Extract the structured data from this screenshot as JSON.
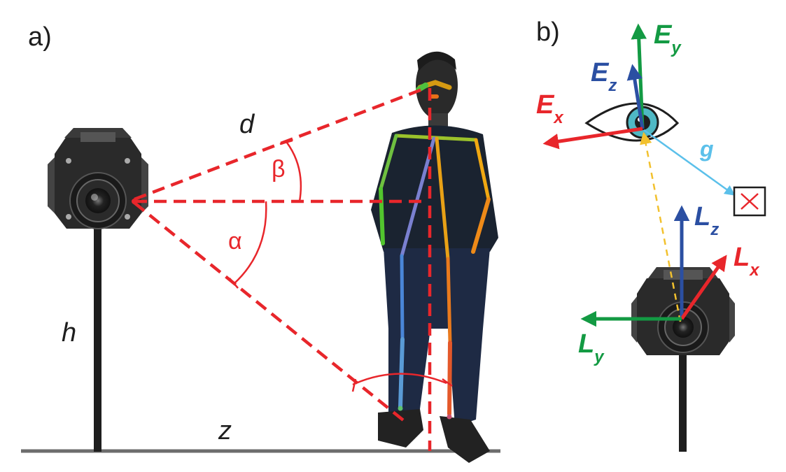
{
  "panel_a": {
    "label": "a)",
    "var_d": "d",
    "var_h": "h",
    "var_z": "z",
    "angle_alpha": "α",
    "angle_beta": "β"
  },
  "panel_b": {
    "label": "b)",
    "eye_axes": {
      "ex": {
        "base": "E",
        "sub": "x"
      },
      "ey": {
        "base": "E",
        "sub": "y"
      },
      "ez": {
        "base": "E",
        "sub": "z"
      }
    },
    "gaze": "g",
    "lidar_axes": {
      "lx": {
        "base": "L",
        "sub": "x"
      },
      "ly": {
        "base": "L",
        "sub": "y"
      },
      "lz": {
        "base": "L",
        "sub": "z"
      }
    }
  },
  "colors": {
    "red": "#e8262b",
    "green": "#139a43",
    "blue": "#2b4fa2",
    "cyan": "#5bc0ea",
    "yellow": "#f2c12e",
    "ground": "#6d6d6d",
    "pole": "#1e1e1e",
    "teal": "#4fb8c4"
  },
  "icons": [
    "lidar-camera-icon",
    "eye-icon",
    "target-x-icon",
    "person-silhouette-icon",
    "skeleton-overlay-icon"
  ]
}
